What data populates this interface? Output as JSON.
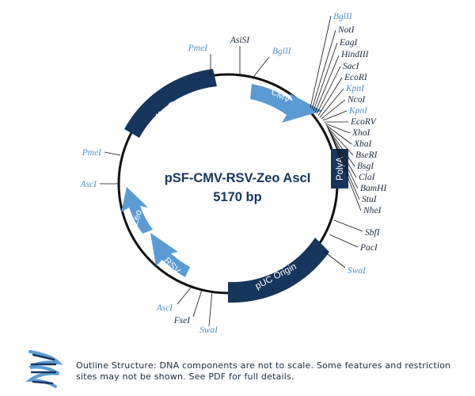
{
  "plasmid": {
    "name": "pSF-CMV-RSV-Zeo AscI",
    "size": "5170 bp"
  },
  "colors": {
    "dark": "#17365d",
    "light": "#5b9bd5",
    "site_dark": "#1b2a3a",
    "site_light": "#4f90cc"
  },
  "features": {
    "kanr": "KanR",
    "cmv": "CMV",
    "polya": "PolyA",
    "puc": "pUC Origin",
    "rsv": "RSV",
    "zeo": "Zeo"
  },
  "sites": {
    "top": [
      "AsiSI",
      "BglII",
      "PmeI"
    ],
    "right_cluster": [
      "BglII",
      "NotI",
      "EagI",
      "HindIII",
      "SacI",
      "EcoRI",
      "KpnI",
      "NcoI",
      "KpnI",
      "EcoRV",
      "XhoI",
      "XbaI",
      "BseRI",
      "BsgI",
      "ClaI",
      "BamHI",
      "StuI",
      "NheI"
    ],
    "right_lower": [
      "SbfI",
      "PacI",
      "SwaI"
    ],
    "bottom": [
      "AscI",
      "FseI",
      "SwaI"
    ],
    "left": [
      "PmeI",
      "AscI"
    ]
  },
  "footer": {
    "icon": "dna-helix-icon",
    "text": "Outline Structure: DNA components are not to scale. Some features and restriction sites may not be shown. See PDF for full details."
  }
}
